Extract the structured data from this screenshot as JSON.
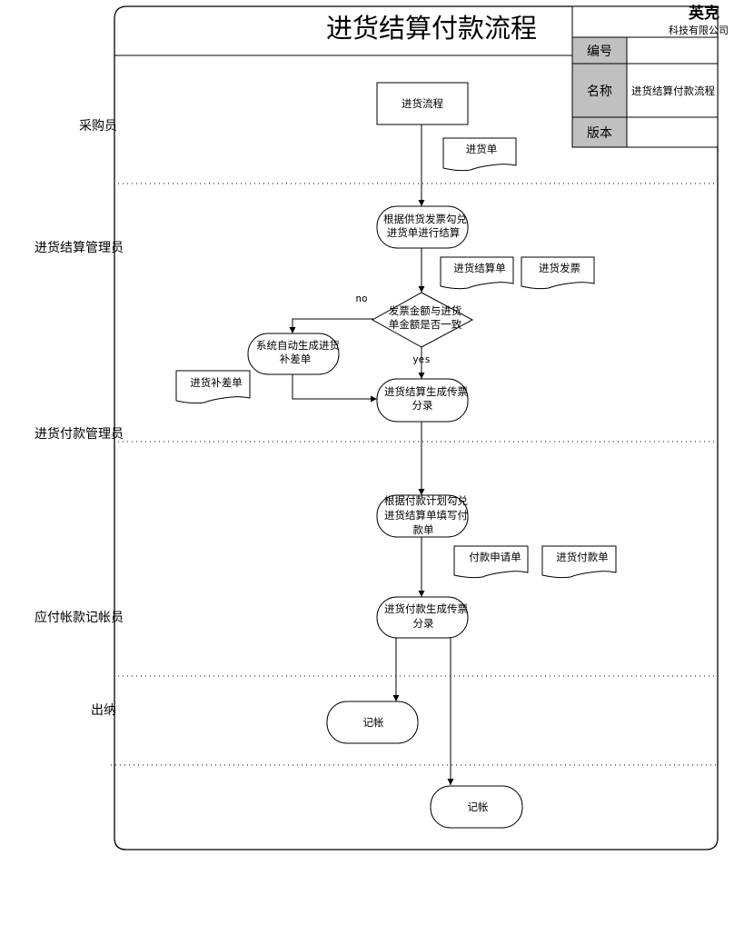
{
  "title": "进货结算付款流程",
  "header_table": {
    "company_name": "英克",
    "company_subtitle": "科技有限公司",
    "rows": [
      {
        "label": "编号",
        "value": ""
      },
      {
        "label": "名称",
        "value": "进货结算付款流程"
      },
      {
        "label": "版本",
        "value": ""
      }
    ],
    "label_bg": "#c0c0c0"
  },
  "lanes": [
    {
      "label": "采购员"
    },
    {
      "label": "进货结算管理员"
    },
    {
      "label": "进货付款管理员"
    },
    {
      "label": "应付帐款记帐员"
    },
    {
      "label": "出纳"
    }
  ],
  "nodes": {
    "start": {
      "label": "进货流程",
      "shape": "rectangle"
    },
    "settle": {
      "lines": [
        "根据供货发票勾兑",
        "进货单进行结算"
      ],
      "shape": "terminator"
    },
    "decision": {
      "lines": [
        "发票金额与进货",
        "单金额是否一致"
      ],
      "shape": "diamond"
    },
    "auto_generate": {
      "lines": [
        "系统自动生成进货",
        "补差单"
      ],
      "shape": "terminator"
    },
    "settle_voucher": {
      "lines": [
        "进货结算生成传票",
        "分录"
      ],
      "shape": "terminator"
    },
    "fill_payment": {
      "lines": [
        "根据付款计划勾兑",
        "进货结算单填写付",
        "款单"
      ],
      "shape": "terminator"
    },
    "payment_voucher": {
      "lines": [
        "进货付款生成传票",
        "分录"
      ],
      "shape": "terminator"
    },
    "bookkeep_cashier": {
      "label": "记帐",
      "shape": "terminator"
    },
    "bookkeep_final": {
      "label": "记帐",
      "shape": "terminator"
    }
  },
  "documents": {
    "purchase_order": "进货单",
    "settlement_sheet": "进货结算单",
    "purchase_invoice": "进货发票",
    "supplement_sheet": "进货补差单",
    "payment_request": "付款申请单",
    "purchase_payment": "进货付款单"
  },
  "branches": {
    "no": "no",
    "yes": "yes"
  },
  "colors": {
    "line": "#000000",
    "background": "#ffffff",
    "header_cell": "#c0c0c0"
  }
}
